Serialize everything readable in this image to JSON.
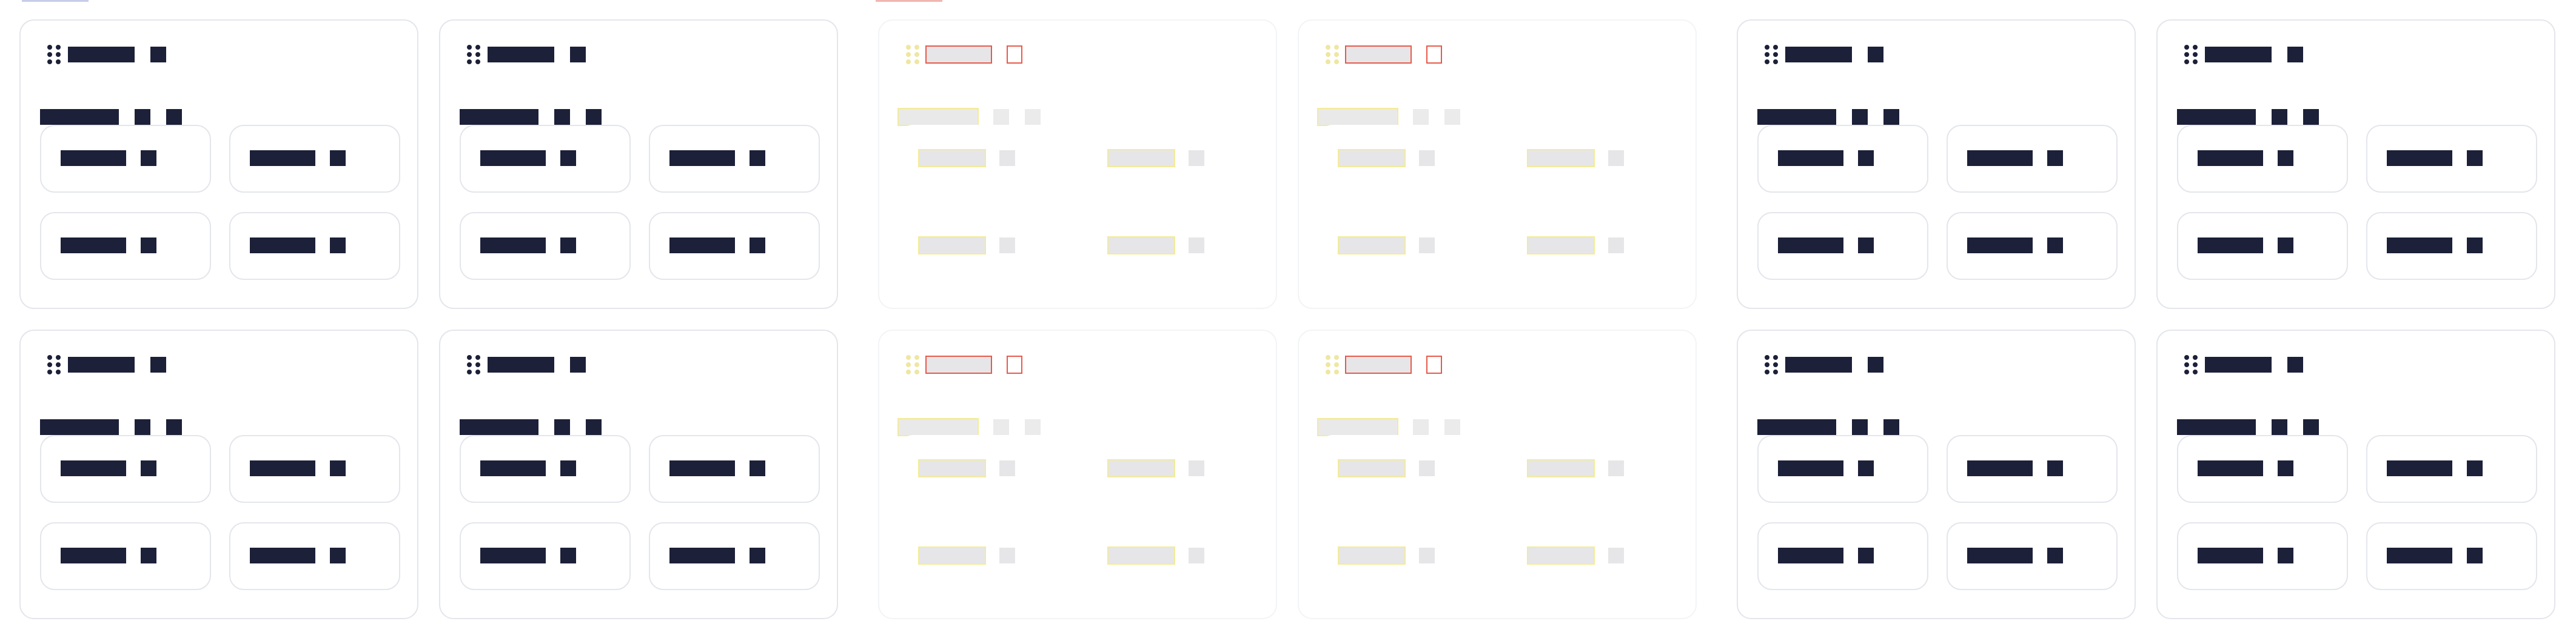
{
  "colors": {
    "ink": "#1c2038",
    "card_border": "#e4e6ec",
    "drag_hint": "#efe7a0",
    "drop_outline": "#e85a4a",
    "marker_blue": "#c7cde8",
    "marker_red": "#f0b6b0"
  },
  "panels": [
    {
      "state": "idle",
      "cards": 4,
      "tiles_per_card": 4
    },
    {
      "state": "dragging",
      "cards": 4,
      "tiles_per_card": 4
    },
    {
      "state": "idle",
      "cards": 4,
      "tiles_per_card": 4
    }
  ]
}
